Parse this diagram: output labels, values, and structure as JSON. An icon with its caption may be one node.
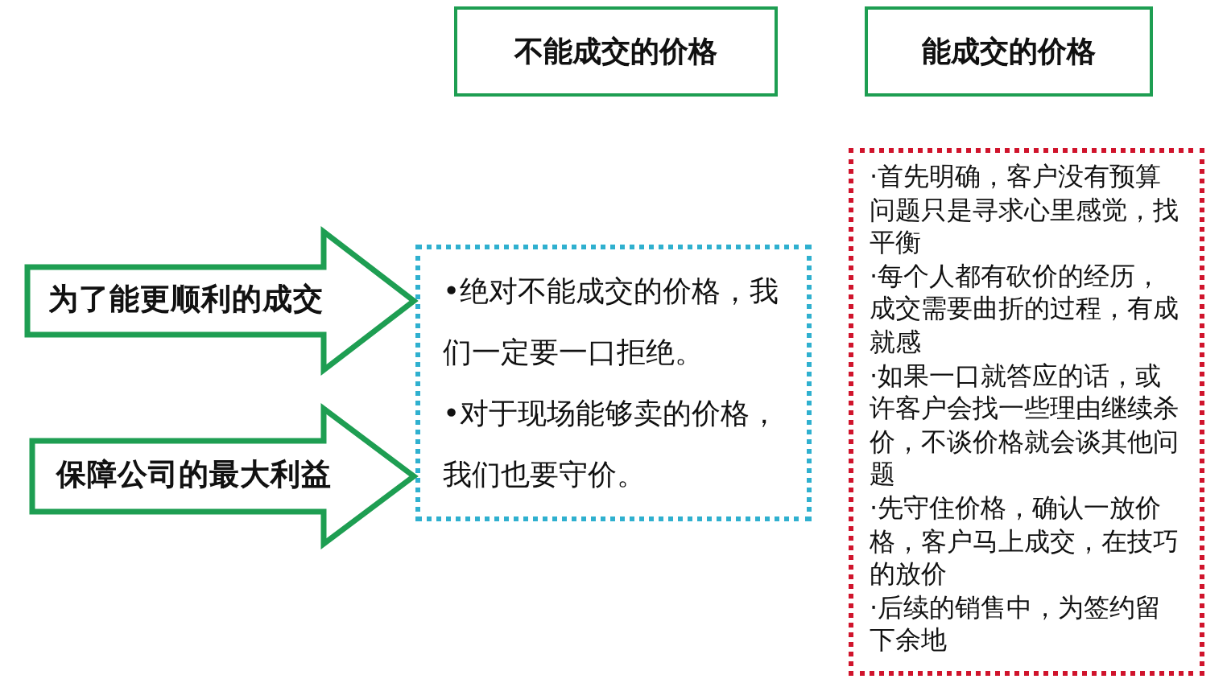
{
  "diagram": {
    "nodes": [
      {
        "text": [
          "不能成交的价格"
        ]
      },
      {
        "text": [
          "能成交的价格"
        ]
      },
      {
        "text": [
          "•绝对不能成交的价格，我们一定要一口拒绝。",
          "•对于现场能够卖的价格，我们也要守价。"
        ]
      },
      {
        "text": [
          "·首先明确，客户没有预算问题只是寻求心里感觉，找平衡",
          "·每个人都有砍价的经历，成交需要曲折的过程，有成就感",
          "·如果一口就答应的话，或许客户会找一些理由继续杀价，不谈价格就会谈其他问题",
          "·先守住价格，确认一放价格，客户马上成交，在技巧的放价",
          "·后续的销售中，为签约留下余地"
        ]
      }
    ],
    "edges": [
      {
        "from": null,
        "to": 2,
        "arrow": "to",
        "label": "为了能更顺利的成交",
        "style": "thick"
      },
      {
        "from": null,
        "to": 2,
        "arrow": "to",
        "label": "保障公司的最大利益",
        "style": "thick"
      }
    ]
  }
}
